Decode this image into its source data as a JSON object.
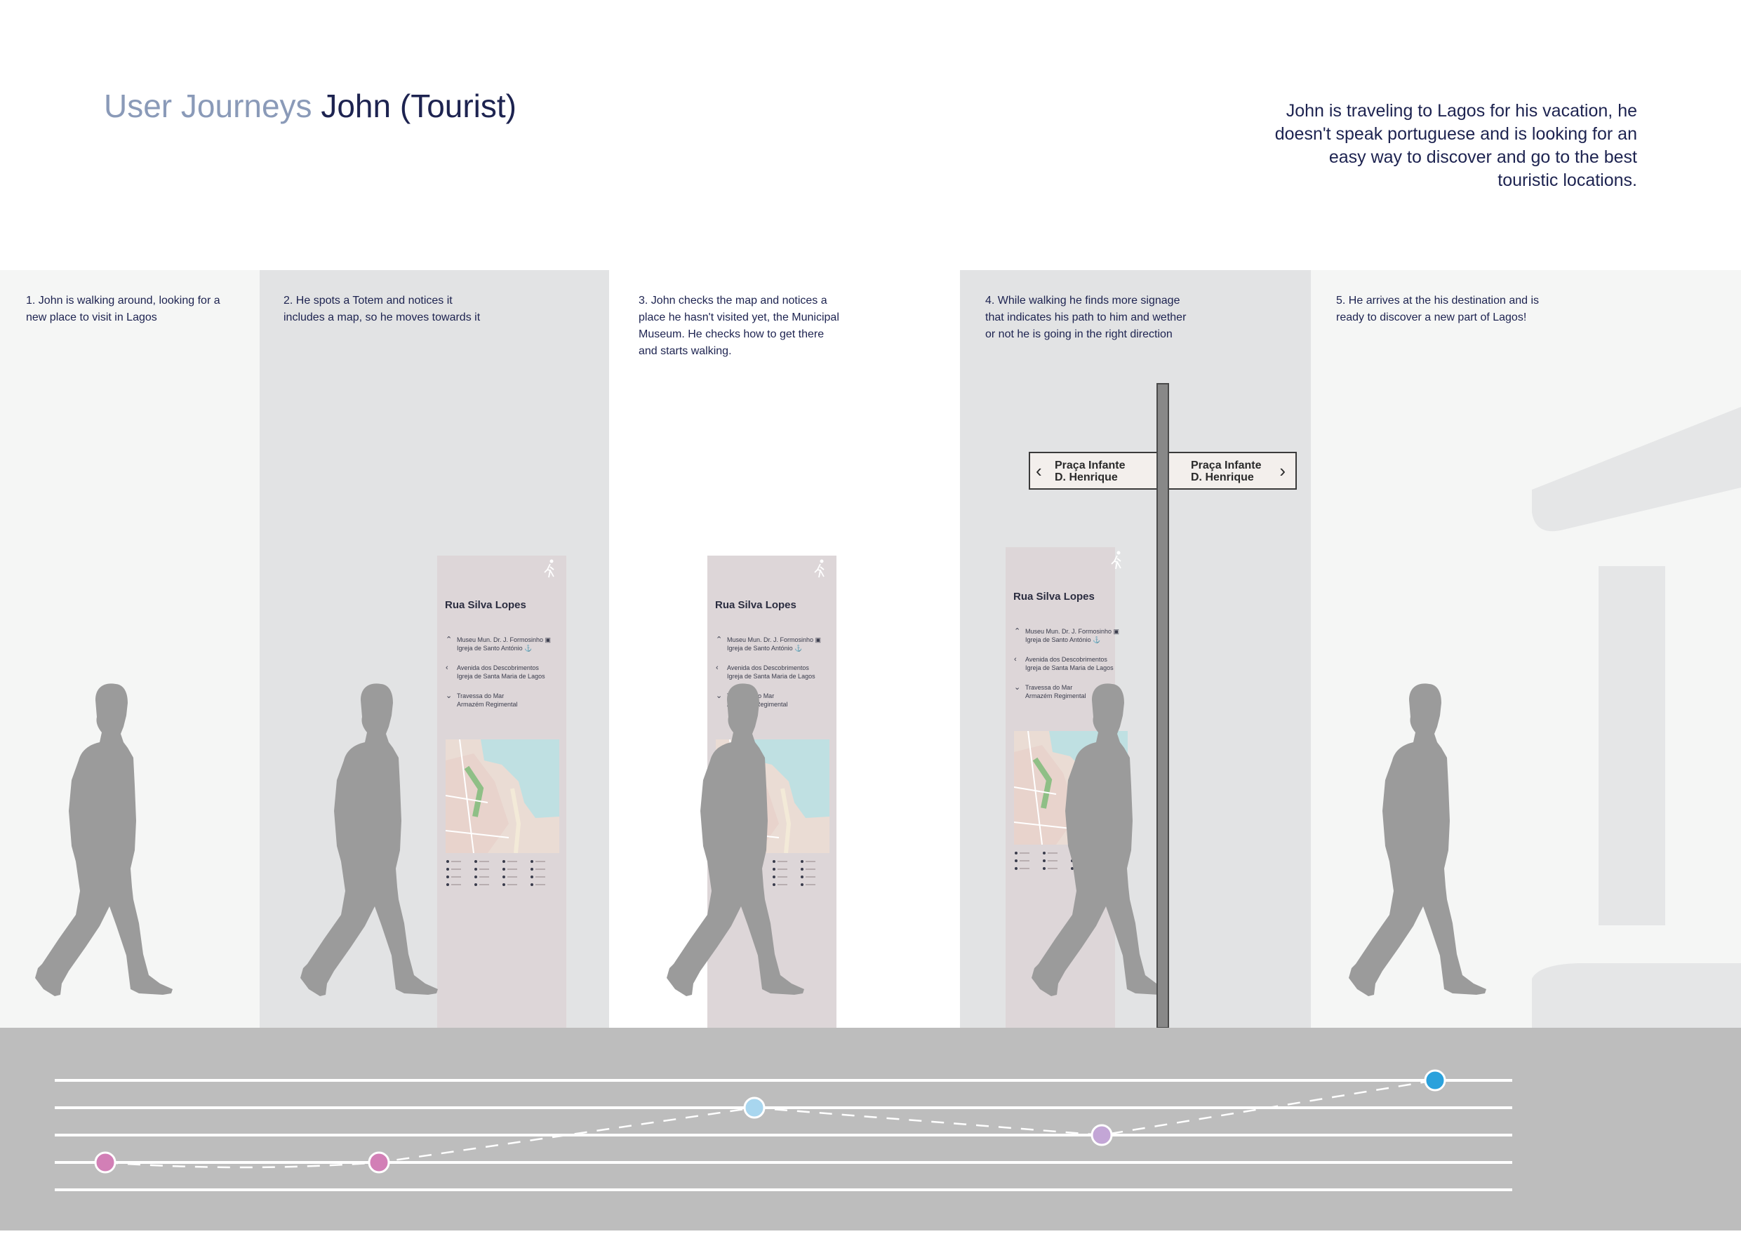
{
  "title": {
    "prefix": "User Journeys",
    "name": "John (Tourist)"
  },
  "intro": "John is traveling to Lagos for his vacation, he doesn't speak portuguese and is looking for an easy way to discover and go to the best touristic locations.",
  "colors": {
    "title_light": "#8a9ab8",
    "title_dark": "#1d2350",
    "panel_light": "#f5f6f5",
    "panel_gray": "#e2e3e4",
    "totem": "#ddd6d8",
    "silhouette": "#9b9b9b",
    "ground": "#bdbdbd",
    "dot_pink": "#d27fb6",
    "dot_light_blue": "#a8d6ef",
    "dot_purple": "#c3a6d6",
    "dot_blue": "#2aa1dc"
  },
  "steps": [
    {
      "caption": "1. John is walking around, looking for a new place to visit in Lagos",
      "level": 2
    },
    {
      "caption": "2. He spots a Totem and notices it includes a map, so he moves towards it",
      "level": 2
    },
    {
      "caption": "3. John checks the map and notices a place he hasn't visited yet, the Municipal Museum. He checks how to get there and starts walking.",
      "level": 4
    },
    {
      "caption": "4. While walking he finds more signage that indicates his path to him and wether or not he  is going in the right direction",
      "level": 3
    },
    {
      "caption": "5. He arrives at the his destination and is ready to discover a new part of Lagos!",
      "level": 5
    }
  ],
  "totem": {
    "street": "Rua Silva Lopes",
    "routes": [
      {
        "icon": "chevron-up",
        "lines": [
          "Museu Mun. Dr. J. Formosinho ▣",
          "Igreja de Santo António ⚓"
        ]
      },
      {
        "icon": "chevron-left",
        "lines": [
          "Avenida dos Descobrimentos",
          "Igreja de Santa Maria de Lagos"
        ]
      },
      {
        "icon": "chevron-down",
        "lines": [
          "Travessa do Mar",
          "Armazém Regimental"
        ]
      }
    ]
  },
  "signpost": {
    "left": {
      "line1": "Praça Infante",
      "line2": "D. Henrique",
      "icon": "chevron-left"
    },
    "right": {
      "line1": "Praça Infante",
      "line2": "D. Henrique",
      "icon": "chevron-right"
    }
  },
  "journey_levels": {
    "count": 5,
    "max": 5
  }
}
